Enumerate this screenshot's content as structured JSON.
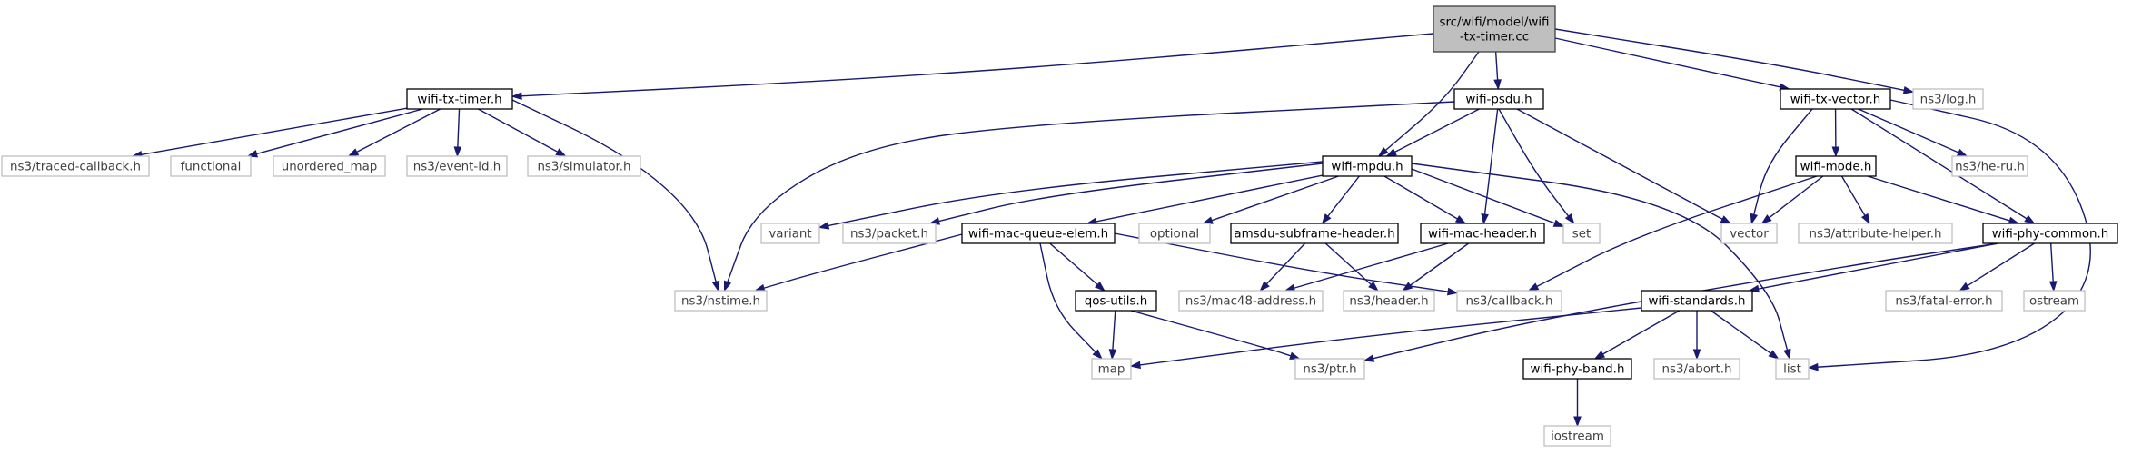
{
  "diagram": {
    "nodes": {
      "root": {
        "lines": [
          "src/wifi/model/wifi",
          "-tx-timer.cc"
        ],
        "style": "root"
      },
      "txtimer": {
        "lines": [
          "wifi-tx-timer.h"
        ],
        "style": "doc"
      },
      "psdu": {
        "lines": [
          "wifi-psdu.h"
        ],
        "style": "doc"
      },
      "txvector": {
        "lines": [
          "wifi-tx-vector.h"
        ],
        "style": "doc"
      },
      "nslog": {
        "lines": [
          "ns3/log.h"
        ],
        "style": "ext"
      },
      "traced": {
        "lines": [
          "ns3/traced-callback.h"
        ],
        "style": "ext"
      },
      "functional": {
        "lines": [
          "functional"
        ],
        "style": "ext"
      },
      "umap": {
        "lines": [
          "unordered_map"
        ],
        "style": "ext"
      },
      "eventid": {
        "lines": [
          "ns3/event-id.h"
        ],
        "style": "ext"
      },
      "simulator": {
        "lines": [
          "ns3/simulator.h"
        ],
        "style": "ext"
      },
      "mpdu": {
        "lines": [
          "wifi-mpdu.h"
        ],
        "style": "doc"
      },
      "mode": {
        "lines": [
          "wifi-mode.h"
        ],
        "style": "doc"
      },
      "heru": {
        "lines": [
          "ns3/he-ru.h"
        ],
        "style": "ext"
      },
      "variant": {
        "lines": [
          "variant"
        ],
        "style": "ext"
      },
      "packet": {
        "lines": [
          "ns3/packet.h"
        ],
        "style": "ext"
      },
      "queueelem": {
        "lines": [
          "wifi-mac-queue-elem.h"
        ],
        "style": "doc"
      },
      "optional": {
        "lines": [
          "optional"
        ],
        "style": "ext"
      },
      "amsdu": {
        "lines": [
          "amsdu-subframe-header.h"
        ],
        "style": "doc"
      },
      "macheader": {
        "lines": [
          "wifi-mac-header.h"
        ],
        "style": "doc"
      },
      "set": {
        "lines": [
          "set"
        ],
        "style": "ext"
      },
      "vector": {
        "lines": [
          "vector"
        ],
        "style": "ext"
      },
      "attrhelper": {
        "lines": [
          "ns3/attribute-helper.h"
        ],
        "style": "ext"
      },
      "phycommon": {
        "lines": [
          "wifi-phy-common.h"
        ],
        "style": "doc"
      },
      "nstime": {
        "lines": [
          "ns3/nstime.h"
        ],
        "style": "ext"
      },
      "qos": {
        "lines": [
          "qos-utils.h"
        ],
        "style": "doc"
      },
      "mac48": {
        "lines": [
          "ns3/mac48-address.h"
        ],
        "style": "ext"
      },
      "header": {
        "lines": [
          "ns3/header.h"
        ],
        "style": "ext"
      },
      "callback": {
        "lines": [
          "ns3/callback.h"
        ],
        "style": "ext"
      },
      "standards": {
        "lines": [
          "wifi-standards.h"
        ],
        "style": "doc"
      },
      "fatal": {
        "lines": [
          "ns3/fatal-error.h"
        ],
        "style": "ext"
      },
      "ostream": {
        "lines": [
          "ostream"
        ],
        "style": "ext"
      },
      "map": {
        "lines": [
          "map"
        ],
        "style": "ext"
      },
      "ptr": {
        "lines": [
          "ns3/ptr.h"
        ],
        "style": "ext"
      },
      "phyband": {
        "lines": [
          "wifi-phy-band.h"
        ],
        "style": "doc"
      },
      "abort": {
        "lines": [
          "ns3/abort.h"
        ],
        "style": "ext"
      },
      "list": {
        "lines": [
          "list"
        ],
        "style": "ext"
      },
      "iostream": {
        "lines": [
          "iostream"
        ],
        "style": "ext"
      }
    },
    "edges": [
      [
        "root",
        "txtimer"
      ],
      [
        "root",
        "psdu"
      ],
      [
        "root",
        "mpdu"
      ],
      [
        "root",
        "txvector"
      ],
      [
        "root",
        "nslog"
      ],
      [
        "txtimer",
        "traced"
      ],
      [
        "txtimer",
        "functional"
      ],
      [
        "txtimer",
        "umap"
      ],
      [
        "txtimer",
        "eventid"
      ],
      [
        "txtimer",
        "simulator"
      ],
      [
        "txtimer",
        "nstime"
      ],
      [
        "psdu",
        "nstime"
      ],
      [
        "psdu",
        "mpdu"
      ],
      [
        "psdu",
        "macheader"
      ],
      [
        "psdu",
        "set"
      ],
      [
        "psdu",
        "vector"
      ],
      [
        "mpdu",
        "variant"
      ],
      [
        "mpdu",
        "packet"
      ],
      [
        "mpdu",
        "queueelem"
      ],
      [
        "mpdu",
        "optional"
      ],
      [
        "mpdu",
        "amsdu"
      ],
      [
        "mpdu",
        "macheader"
      ],
      [
        "mpdu",
        "set"
      ],
      [
        "mpdu",
        "list"
      ],
      [
        "txvector",
        "mode"
      ],
      [
        "txvector",
        "heru"
      ],
      [
        "txvector",
        "vector"
      ],
      [
        "txvector",
        "phycommon"
      ],
      [
        "txvector",
        "list"
      ],
      [
        "mode",
        "vector"
      ],
      [
        "mode",
        "attrhelper"
      ],
      [
        "mode",
        "phycommon"
      ],
      [
        "mode",
        "callback"
      ],
      [
        "queueelem",
        "nstime"
      ],
      [
        "queueelem",
        "qos"
      ],
      [
        "queueelem",
        "callback"
      ],
      [
        "queueelem",
        "map"
      ],
      [
        "amsdu",
        "mac48"
      ],
      [
        "amsdu",
        "header"
      ],
      [
        "macheader",
        "mac48"
      ],
      [
        "macheader",
        "header"
      ],
      [
        "phycommon",
        "fatal"
      ],
      [
        "phycommon",
        "ostream"
      ],
      [
        "phycommon",
        "standards"
      ],
      [
        "phycommon",
        "ptr"
      ],
      [
        "qos",
        "map"
      ],
      [
        "qos",
        "ptr"
      ],
      [
        "standards",
        "map"
      ],
      [
        "standards",
        "phyband"
      ],
      [
        "standards",
        "abort"
      ],
      [
        "standards",
        "list"
      ],
      [
        "phyband",
        "iostream"
      ]
    ]
  }
}
